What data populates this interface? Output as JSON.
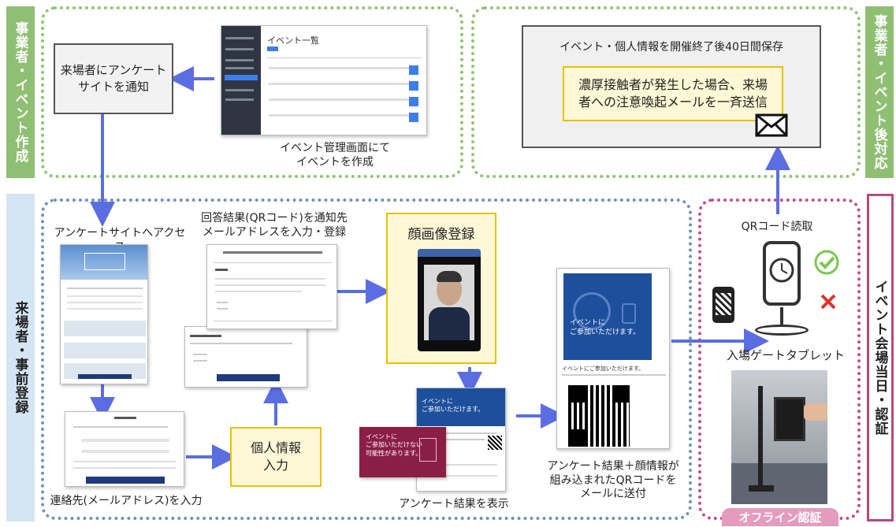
{
  "side_tabs": {
    "business_event_creation": "事業者・イベント作成",
    "visitor_pre_registration": "来場者・事前登録",
    "business_post_event": "事業者・イベント後対応",
    "event_day_auth": "イベント会場当日・認証"
  },
  "offline_auth": "オフライン認証",
  "event_creation": {
    "notify_box": "来場者にアンケート\nサイトを通知",
    "admin_caption": "イベント管理画面にて\nイベントを作成",
    "admin_title": "イベント一覧"
  },
  "post_event": {
    "storage_text": "イベント・個人情報を開催終了後40日間保存",
    "alert_box": "濃厚接触者が発生した場合、来場\n者への注意喚起メールを一斉送信"
  },
  "registration": {
    "access_label": "アンケートサイトへアクセス",
    "answer_label": "回答結果(QRコード)を通知先\nメールアドレスを入力・登録",
    "face_box": "顔画像登録",
    "personal_box": "個人情報\n入力",
    "contact_label": "連絡先(メールアドレス)を入力",
    "result_label": "アンケート結果を表示",
    "qr_mail_label": "アンケート結果＋顔情報が\n組み込まれたQRコードを\nメールに送付",
    "card_title": "イベントに\nご参加いただけます。",
    "card_sub": "イベントにご参加いただけます。",
    "reject_text": "イベントに\nご参加いただけない\n可能性があります。"
  },
  "venue": {
    "qr_read": "QRコード読取",
    "gate_tablet": "入場ゲートタブレット"
  },
  "colors": {
    "green_tab": "#8fbf73",
    "blue_tab": "#d4e5f4",
    "pink_border": "#b54a7c",
    "arrow": "#5b6ee1",
    "yellow_border": "#e6c200",
    "navy": "#1f3a7a"
  }
}
